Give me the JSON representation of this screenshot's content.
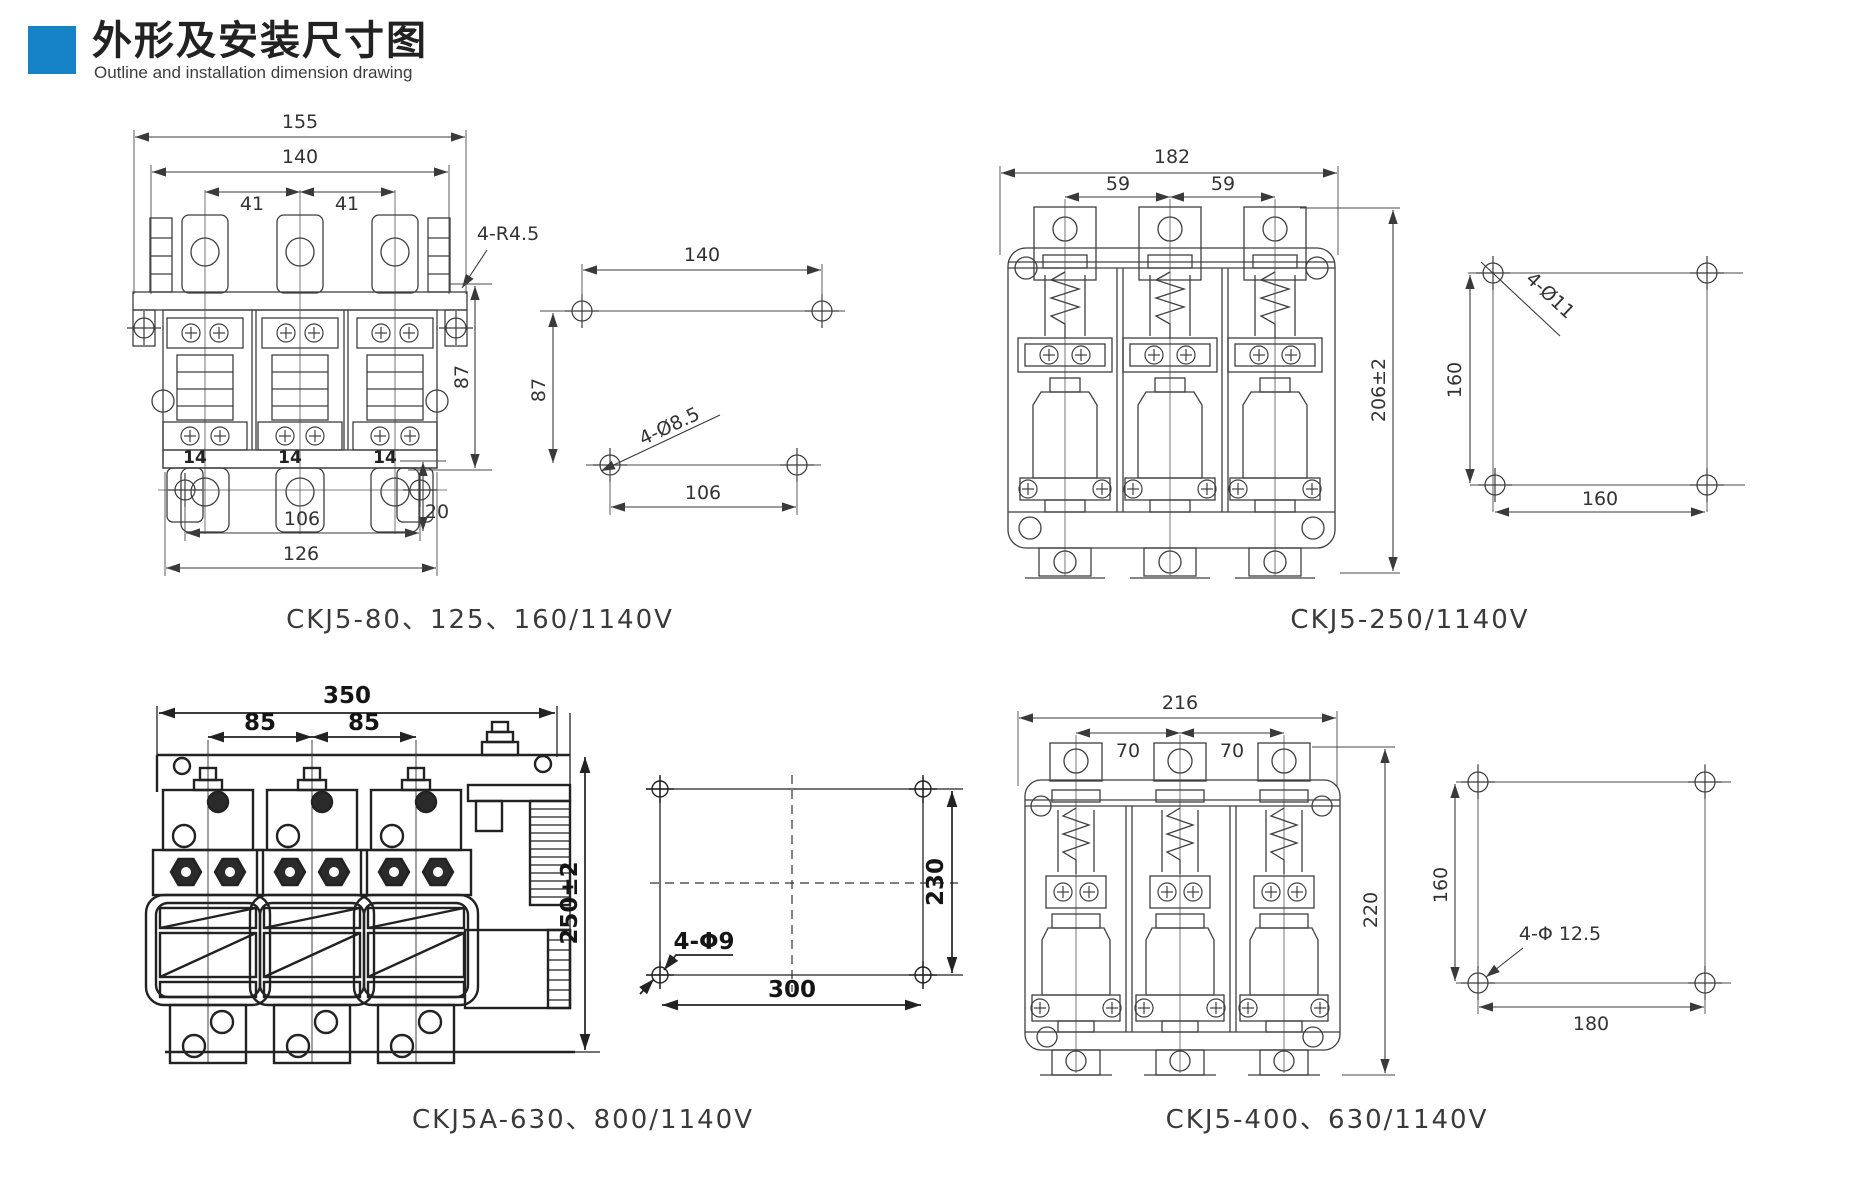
{
  "header": {
    "title_zh": "外形及安装尺寸图",
    "subtitle_en": "Outline and installation dimension drawing",
    "accent_color": "#1583c5"
  },
  "drawings": [
    {
      "caption": "CKJ5-80、125、160/1140V",
      "front": {
        "overall_width": "155",
        "body_width": "140",
        "pole_pitch_a": "41",
        "pole_pitch_b": "41",
        "corner_radius_note": "4-R4.5",
        "height_to_holes": "87",
        "terminal_width": "14",
        "bottom_hole_span": "106",
        "base_width": "126",
        "bottom_offset": "20"
      },
      "mount": {
        "top_span": "140",
        "vertical_span": "87",
        "hole_note": "4-Ø8.5",
        "bottom_span": "106"
      }
    },
    {
      "caption": "CKJ5-250/1140V",
      "front": {
        "overall_width": "182",
        "pole_pitch_a": "59",
        "pole_pitch_b": "59",
        "overall_height": "206±2"
      },
      "mount": {
        "hole_note": "4-Ø11",
        "vertical_span": "160",
        "horizontal_span": "160"
      }
    },
    {
      "caption": "CKJ5A-630、800/1140V",
      "front": {
        "overall_width": "350",
        "pole_pitch_a": "85",
        "pole_pitch_b": "85",
        "overall_height": "250±2"
      },
      "mount": {
        "hole_note": "4-Φ9",
        "horizontal_span": "300",
        "vertical_span": "230"
      }
    },
    {
      "caption": "CKJ5-400、630/1140V",
      "front": {
        "overall_width": "216",
        "pole_pitch_a": "70",
        "pole_pitch_b": "70",
        "overall_height": "220"
      },
      "mount": {
        "hole_note": "4-Φ 12.5",
        "vertical_span": "160",
        "horizontal_span": "180"
      }
    }
  ]
}
